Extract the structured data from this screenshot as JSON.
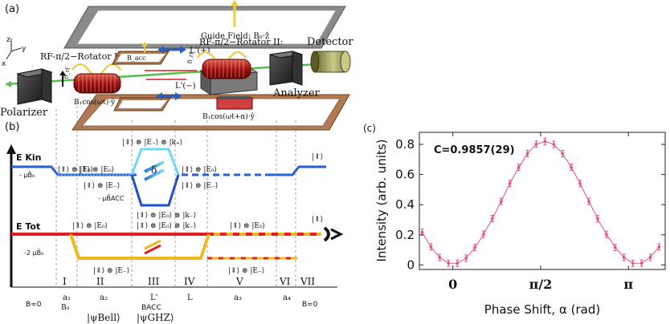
{
  "panel_a": {
    "panel_label": "(a)",
    "guide_field": "Guide Field:  B₀·ẑ",
    "rotator1": "RF-π/2−Rotator I:",
    "rotator2": "RF-π/2−Rotator II:",
    "detector": "Detector",
    "polarizer": "Polarizer",
    "analyzer": "Analyzer",
    "bacc": "B_acc",
    "l_plus": "L'(+)",
    "l_minus": "L'(−)",
    "b1_left": "B₁cos(ωt)·ŷ",
    "b1_right": "B₁cos(ωt+α)·ŷ",
    "brf1": "B_rf",
    "brf2": "B_rf",
    "axis_z": "z",
    "axis_y": "y",
    "axis_x": "x"
  },
  "panel_b": {
    "panel_label": "(b)",
    "e_kin": "E Kin",
    "e_tot": "E Tot",
    "mu_b0": "- μB̄₀",
    "mu_bacc": "- μB̄ACC",
    "two_mu_b0": "-2 μB̄₀",
    "kets_top": [
      "|⇑⟩ ⊗ |E₀⟩",
      "|⇑⟩ ⊗ |E₀⟩",
      "|⇑⟩ ⊗ |E₀⟩",
      "|⇑⟩",
      "|⇑⟩"
    ],
    "kets_top_low": [
      "|⇓⟩ ⊗ |E₋⟩",
      "|⇓⟩ ⊗ |E₋⟩"
    ],
    "ket_top_box": "|⇓⟩ ⊗ |E₋⟩ ⊗ |k₊⟩",
    "ket_mid_box": "|⇓⟩ ⊗ |E₀⟩ ⊗ |k₋⟩",
    "kets_mid": [
      "|⇑⟩ ⊗ |E₀⟩",
      "|⇑⟩ ⊗ |E₀⟩ ⊗ |k₋⟩",
      "|⇑⟩ ⊗ |E₀⟩",
      "|⇑⟩"
    ],
    "kets_low": [
      "|⇓⟩ ⊗ |E₋⟩",
      "|⇓⟩ ⊗ |E₋⟩"
    ],
    "regions": [
      "I",
      "II",
      "III",
      "IV",
      "V",
      "VI",
      "VII"
    ],
    "bottom_labels": [
      "B=0",
      "a₁",
      "a₂",
      "L'",
      "L",
      "a₃",
      "a₄",
      "B=0"
    ],
    "b0": "B₀",
    "bacc": "BACC",
    "psi_bell": "|ψBell⟩",
    "psi_ghz": "|ψGHZ⟩",
    "delta": "δ"
  },
  "panel_c": {
    "panel_label": "(c)",
    "contrast": "C=0.9857(29)",
    "ylabel": "Intensity (arb. units)",
    "xlabel": "Phase Shift, α (rad)"
  },
  "chart_data": {
    "type": "scatter",
    "title": "",
    "xlabel": "Phase Shift, α (rad)",
    "ylabel": "Intensity (arb. units)",
    "xlim": [
      -0.6,
      3.8
    ],
    "ylim": [
      -0.03,
      0.88
    ],
    "xticks": [
      0,
      1.5708,
      3.1416
    ],
    "xtick_labels": [
      "0",
      "π/2",
      "π"
    ],
    "yticks": [
      0,
      0.2,
      0.4,
      0.6,
      0.8
    ],
    "ytick_labels": [
      "0",
      "0.2",
      "0.4",
      "0.6",
      "0.8"
    ],
    "series_color": "#e0507a",
    "x": [
      -0.55,
      -0.393,
      -0.236,
      -0.079,
      0.079,
      0.236,
      0.393,
      0.55,
      0.707,
      0.864,
      1.021,
      1.178,
      1.335,
      1.492,
      1.649,
      1.806,
      1.963,
      2.12,
      2.277,
      2.434,
      2.591,
      2.748,
      2.905,
      3.063,
      3.22,
      3.377,
      3.534,
      3.691
    ],
    "y": [
      0.217,
      0.12,
      0.05,
      0.012,
      0.011,
      0.045,
      0.115,
      0.204,
      0.308,
      0.422,
      0.541,
      0.647,
      0.74,
      0.801,
      0.82,
      0.8,
      0.739,
      0.648,
      0.54,
      0.422,
      0.307,
      0.203,
      0.117,
      0.05,
      0.011,
      0.012,
      0.05,
      0.12
    ]
  }
}
